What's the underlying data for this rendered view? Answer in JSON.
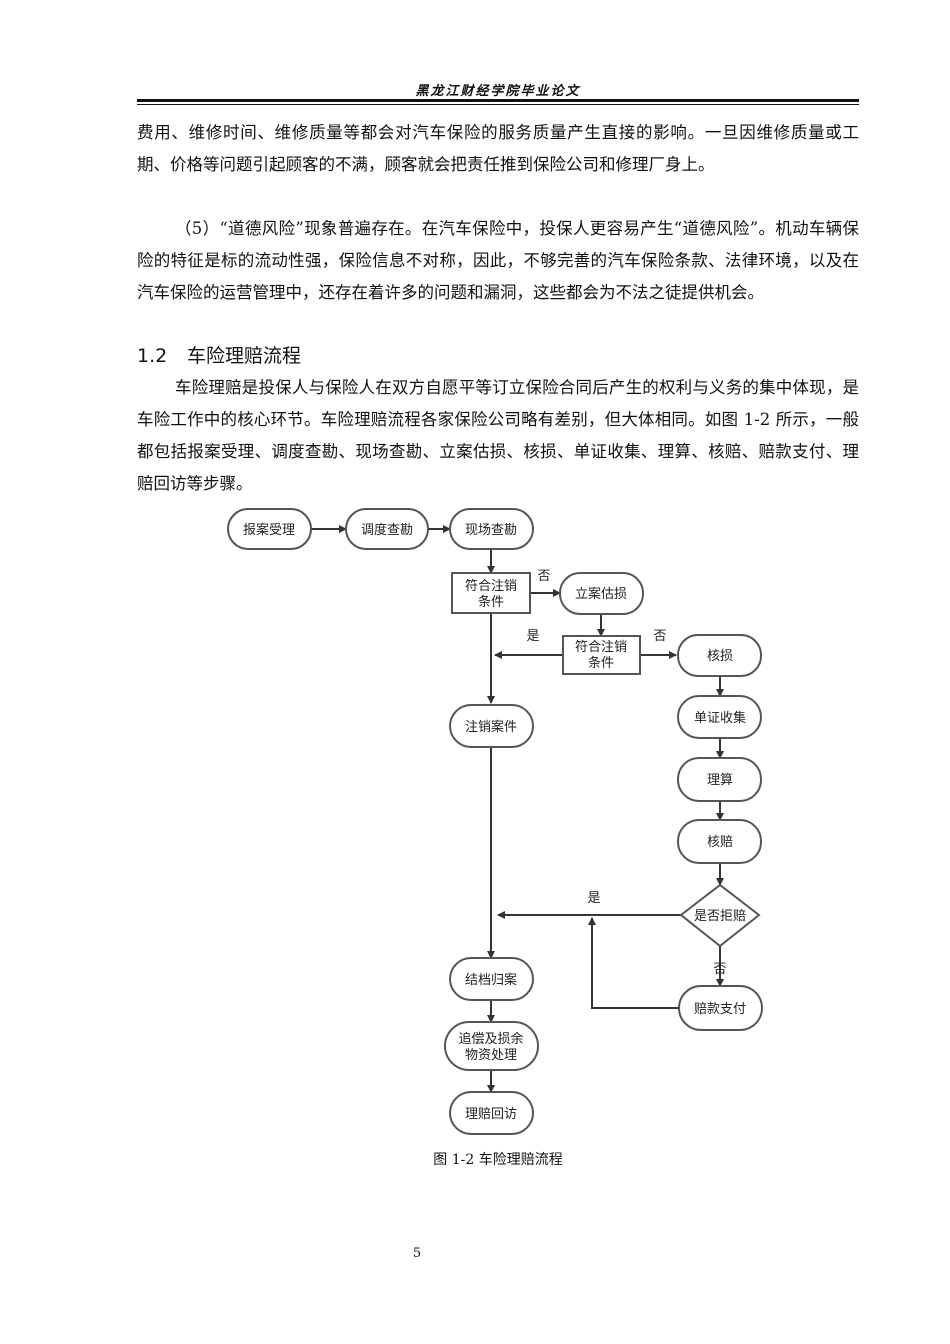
{
  "header": {
    "title": "黑龙江财经学院毕业论文"
  },
  "paragraphs": {
    "p1": "费用、维修时间、维修质量等都会对汽车保险的服务质量产生直接的影响。一旦因维修质量或工期、价格等问题引起顾客的不满，顾客就会把责任推到保险公司和修理厂身上。",
    "p2": "（5）“道德风险”现象普遍存在。在汽车保险中，投保人更容易产生“道德风险”。机动车辆保险的特征是标的流动性强，保险信息不对称，因此，不够完善的汽车保险条款、法律环境，以及在汽车保险的运营管理中，还存在着许多的问题和漏洞，这些都会为不法之徒提供机会。",
    "p3": "车险理赔是投保人与保险人在双方自愿平等订立保险合同后产生的权利与义务的集中体现，是车险工作中的核心环节。车险理赔流程各家保险公司略有差别，但大体相同。如图 1-2 所示，一般都包括报案受理、调度查勘、现场查勘、立案估损、核损、单证收集、理算、核赔、赔款支付、理赔回访等步骤。"
  },
  "section": {
    "number": "1.2",
    "title": "车险理赔流程"
  },
  "flowchart": {
    "nodes": {
      "report": "报案受理",
      "dispatch": "调度查勘",
      "site": "现场查勘",
      "check1_line1": "符合注销",
      "check1_line2": "条件",
      "estimate": "立案估损",
      "check2_line1": "符合注销",
      "check2_line2": "条件",
      "verify": "核损",
      "cancel": "注销案件",
      "docs": "单证收集",
      "calc": "理算",
      "approve": "核赔",
      "reject_q": "是否拒赔",
      "archive": "结档归案",
      "recovery_line1": "追偿及损余",
      "recovery_line2": "物资处理",
      "payment": "赔款支付",
      "visit": "理赔回访"
    },
    "labels": {
      "no1": "否",
      "yes2": "是",
      "no2": "否",
      "yes3": "是",
      "no3": "否"
    }
  },
  "caption": "图 1-2 车险理赔流程",
  "page_number": "5"
}
